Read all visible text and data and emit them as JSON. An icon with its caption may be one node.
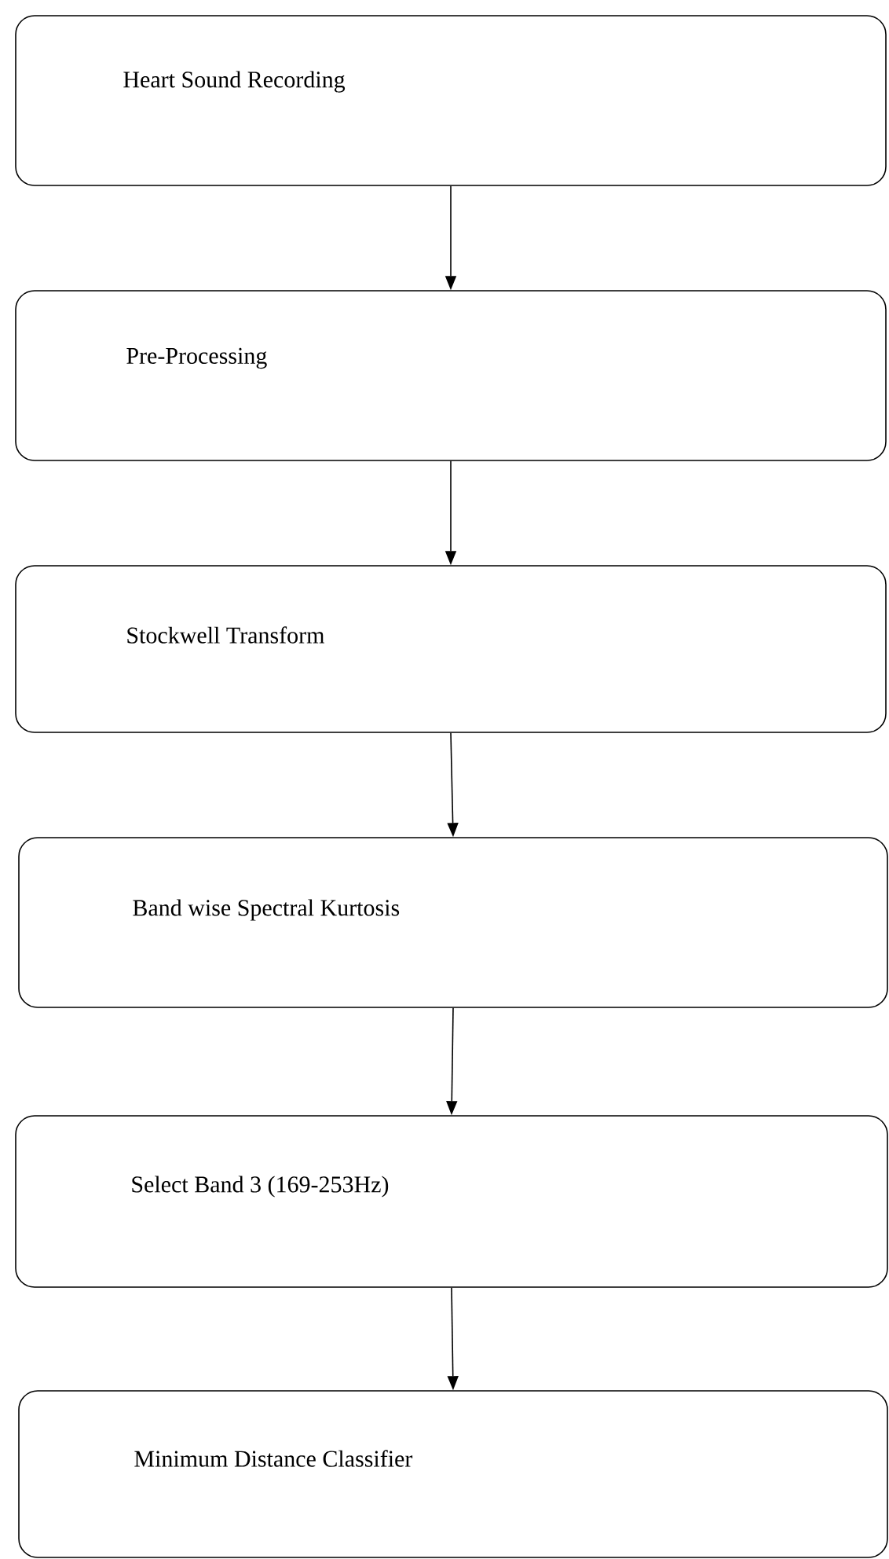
{
  "diagram": {
    "nodes": [
      {
        "text": [
          "Heart Sound Recording"
        ]
      },
      {
        "text": [
          "Pre-Processing"
        ]
      },
      {
        "text": [
          "Stockwell Transform"
        ]
      },
      {
        "text": [
          "Band wise Spectral Kurtosis"
        ]
      },
      {
        "text": [
          "Select Band 3 (169-253Hz)"
        ]
      },
      {
        "text": [
          "Minimum Distance Classifier"
        ]
      }
    ],
    "edges": [
      {
        "from": 0,
        "to": 1,
        "arrow": "to"
      },
      {
        "from": 1,
        "to": 2,
        "arrow": "to"
      },
      {
        "from": 2,
        "to": 3,
        "arrow": "to"
      },
      {
        "from": 3,
        "to": 4,
        "arrow": "to"
      },
      {
        "from": 4,
        "to": 5,
        "arrow": "to"
      }
    ]
  }
}
